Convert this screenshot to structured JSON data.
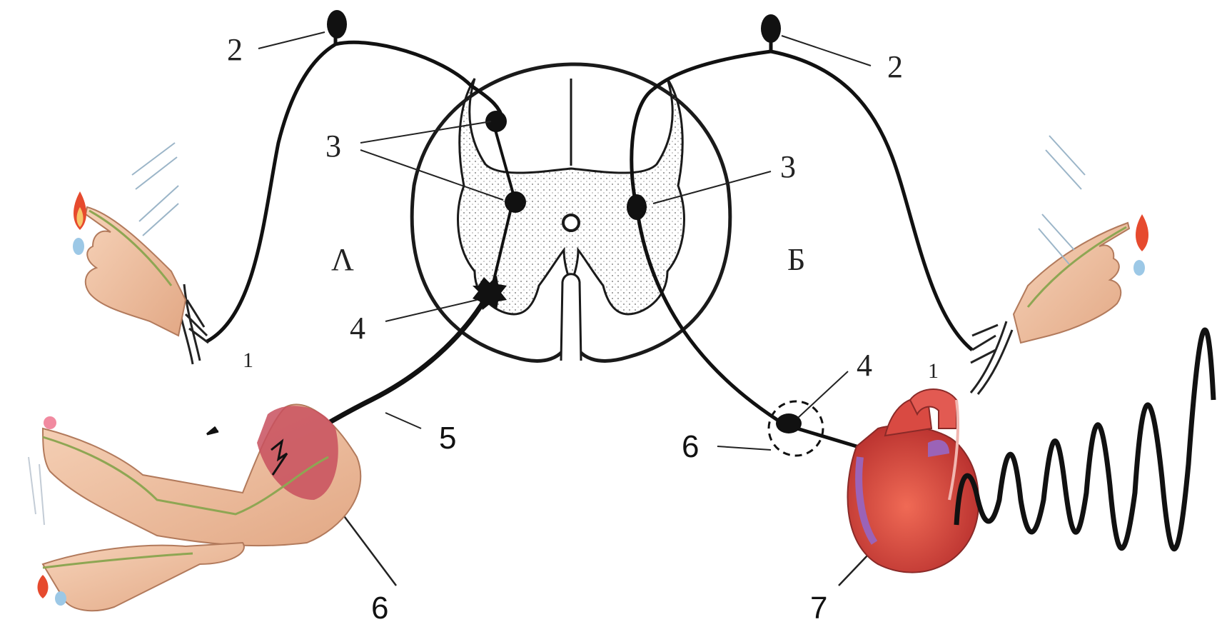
{
  "labels": {
    "afferent_ganglion_left": "2",
    "afferent_ganglion_right": "2",
    "interneuron_left": "3",
    "interneuron_right": "3",
    "motor_neuron_left": "4",
    "ganglion_right": "4",
    "side_left": "Λ",
    "side_right": "Б",
    "receptor_left": "1",
    "receptor_right": "1",
    "efferent_fiber": "5",
    "effector_muscle": "6",
    "effector_ganglion": "6",
    "heart": "7"
  },
  "colors": {
    "nerve": "#111111",
    "grey_matter": "#f2f2f2",
    "skin": "#f1c4a5",
    "muscle": "#c8505e",
    "heart": "#d94a42",
    "vessel_purple": "#9b63b7",
    "flame": "#e64a2e"
  },
  "icons": [
    "flame-icon",
    "hand-icon",
    "arm-icon",
    "heart-icon",
    "spinal-cord-icon"
  ]
}
